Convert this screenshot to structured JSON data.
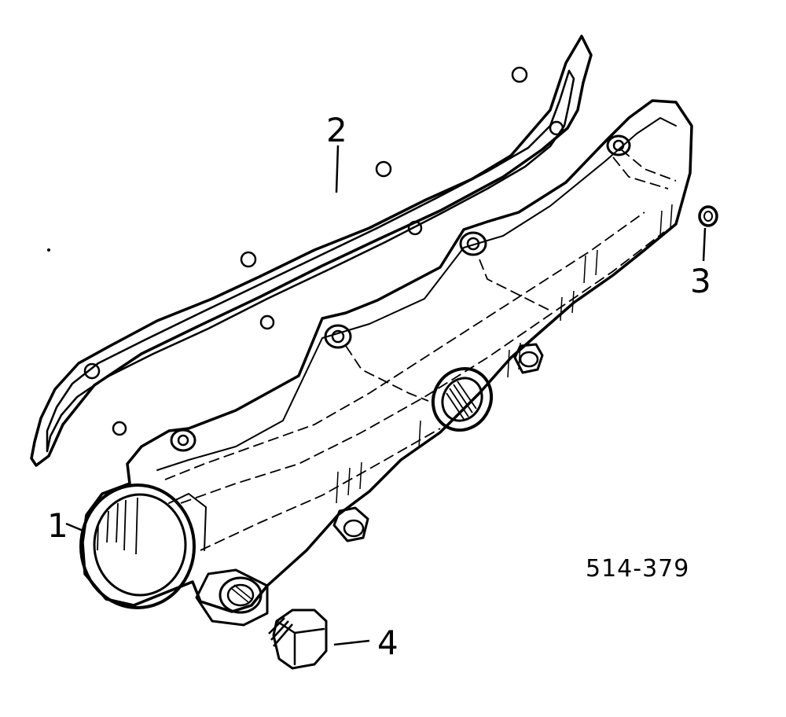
{
  "diagram": {
    "callouts": [
      {
        "id": "1",
        "text": "1"
      },
      {
        "id": "2",
        "text": "2"
      },
      {
        "id": "3",
        "text": "3"
      },
      {
        "id": "4",
        "text": "4"
      }
    ],
    "part_number": "514-379",
    "colors": {
      "ink": "#000000",
      "background": "#ffffff"
    }
  }
}
